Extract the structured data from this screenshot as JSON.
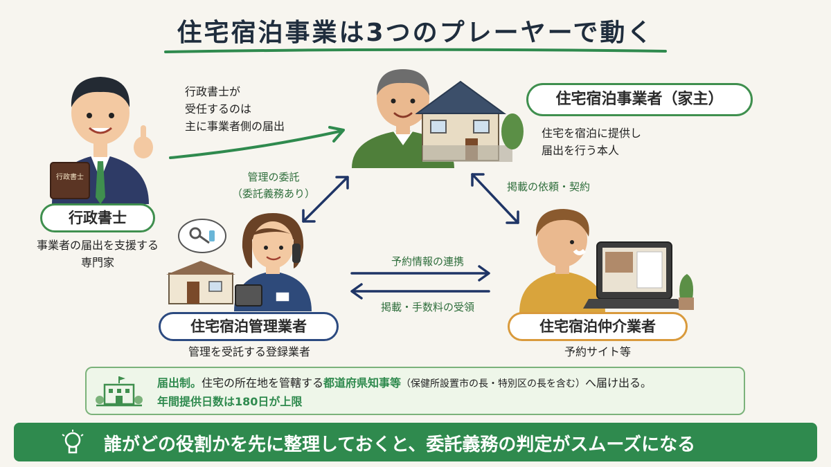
{
  "title": "住宅宿泊事業は3つのプレーヤーで動く",
  "gyosei": {
    "label": "行政書士",
    "desc1": "事業者の届出を支援する",
    "desc2": "専門家",
    "book_text": "行政書士"
  },
  "gyosei_note": [
    "行政書士が",
    "受任するのは",
    "主に事業者側の届出"
  ],
  "owner": {
    "label": "住宅宿泊事業者（家主）",
    "desc1": "住宅を宿泊に提供し",
    "desc2": "届出を行う本人"
  },
  "manager": {
    "label": "住宅宿泊管理業者",
    "desc": "管理を受託する登録業者"
  },
  "broker": {
    "label": "住宅宿泊仲介業者",
    "desc": "予約サイト等"
  },
  "relations": {
    "owner_manager_1": "管理の委託",
    "owner_manager_2": "（委託義務あり）",
    "owner_broker": "掲載の依頼・契約",
    "manager_to_broker": "予約情報の連携",
    "broker_to_manager": "掲載・手数料の受領"
  },
  "info": {
    "lead": "届出制。",
    "part1": "住宅の所在地を管轄する",
    "emph": "都道府県知事等",
    "paren": "（保健所設置市の長・特別区の長を含む）",
    "part2": "へ届け出る。",
    "line2": "年間提供日数は180日が上限"
  },
  "banner": {
    "text": "誰がどの役割かを先に整理しておくと、委託義務の判定がスムーズになる"
  },
  "colors": {
    "green": "#3f8f4e",
    "navy": "#2c4a80",
    "orange": "#d99a3c",
    "banner": "#2f8a4e"
  }
}
